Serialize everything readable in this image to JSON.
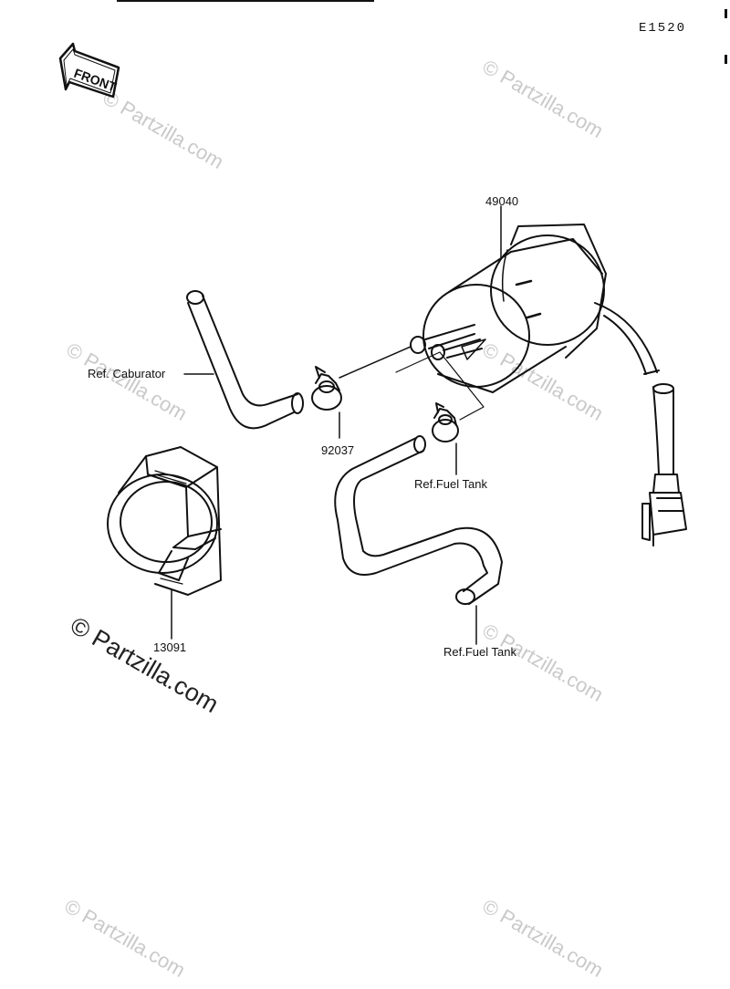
{
  "diagram": {
    "code": "E1520",
    "front_badge": "FRONT",
    "watermark": "© Partzilla.com",
    "callouts": {
      "fuel_pump": "49040",
      "clamp": "92037",
      "bracket": "13091",
      "ref_carburetor": "Ref. Caburator",
      "ref_fuel_tank_1": "Ref.Fuel Tank",
      "ref_fuel_tank_2": "Ref.Fuel Tank"
    }
  }
}
